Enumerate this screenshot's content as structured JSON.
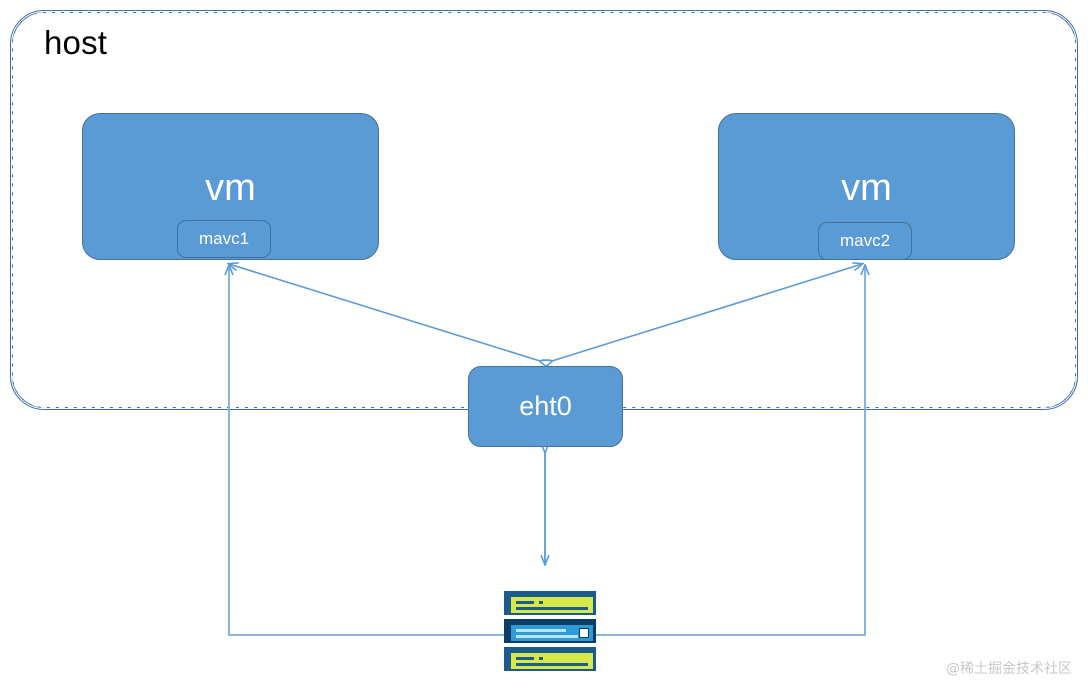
{
  "diagram": {
    "title_label": "host",
    "watermark": "@稀土掘金技术社区",
    "colors": {
      "node_fill": "#5b9bd5",
      "node_stroke": "#41719c",
      "host_border": "#3d6fa5",
      "wire": "#5b9bd5",
      "switch_dark": "#0d3c66",
      "switch_mid": "#1b5c8c",
      "switch_green": "#d7e84a",
      "switch_blue": "#2e9bd6",
      "label_text": "#000000",
      "node_text": "#ffffff"
    },
    "nodes": {
      "vm_left": {
        "label": "vm",
        "interface": "mavc1"
      },
      "vm_right": {
        "label": "vm",
        "interface": "mavc2"
      },
      "bridge": {
        "label": "eht0"
      },
      "switch": {
        "label": "",
        "units": 3
      }
    },
    "connections": [
      {
        "from": "eht0",
        "to": "mavc1",
        "style": "double-arrow-diagonal"
      },
      {
        "from": "eht0",
        "to": "mavc2",
        "style": "double-arrow-diagonal"
      },
      {
        "from": "eht0",
        "to": "switch",
        "style": "double-arrow-vertical"
      },
      {
        "from": "mavc1",
        "to": "switch",
        "style": "arrow-up-elbow-left"
      },
      {
        "from": "mavc2",
        "to": "switch",
        "style": "arrow-up-elbow-right"
      }
    ]
  }
}
